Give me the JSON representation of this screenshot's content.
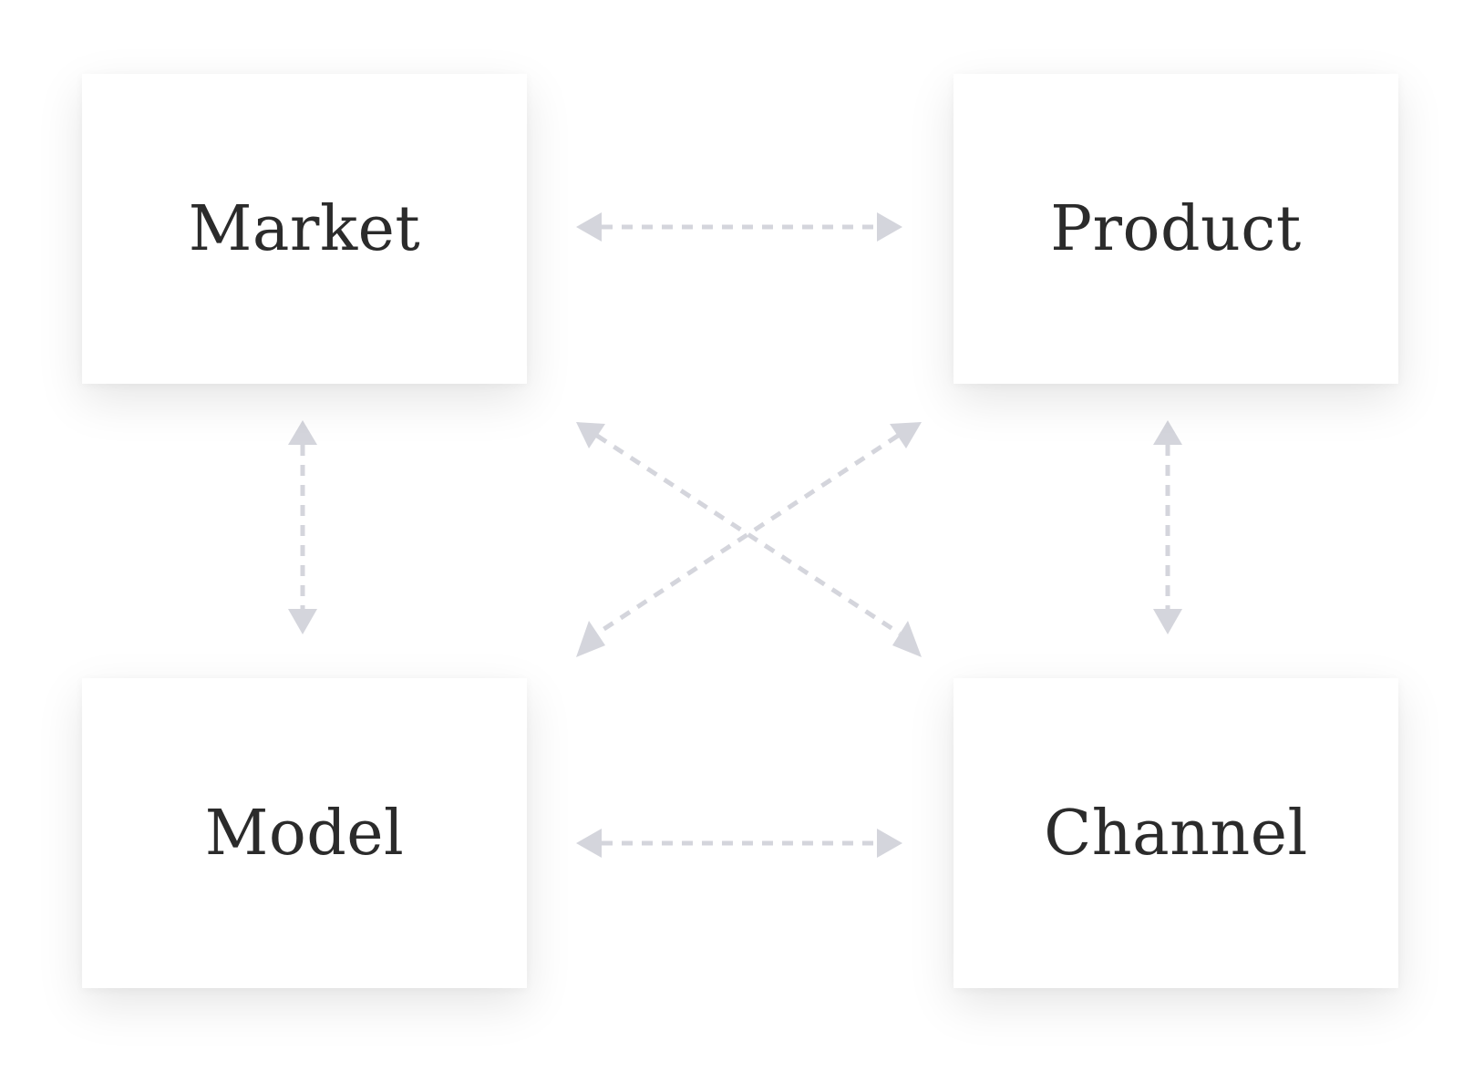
{
  "nodes": {
    "market": "Market",
    "product": "Product",
    "model": "Model",
    "channel": "Channel"
  },
  "connections": [
    {
      "from": "market",
      "to": "product",
      "style": "dashed",
      "arrows": "both"
    },
    {
      "from": "model",
      "to": "channel",
      "style": "dashed",
      "arrows": "both"
    },
    {
      "from": "market",
      "to": "model",
      "style": "dashed",
      "arrows": "both"
    },
    {
      "from": "product",
      "to": "channel",
      "style": "dashed",
      "arrows": "both"
    },
    {
      "from": "market",
      "to": "channel",
      "style": "dashed",
      "arrows": "both"
    },
    {
      "from": "product",
      "to": "model",
      "style": "dashed",
      "arrows": "both"
    }
  ],
  "colors": {
    "connector": "#d4d5dc",
    "text": "#2b2b2b",
    "background": "#ffffff"
  }
}
